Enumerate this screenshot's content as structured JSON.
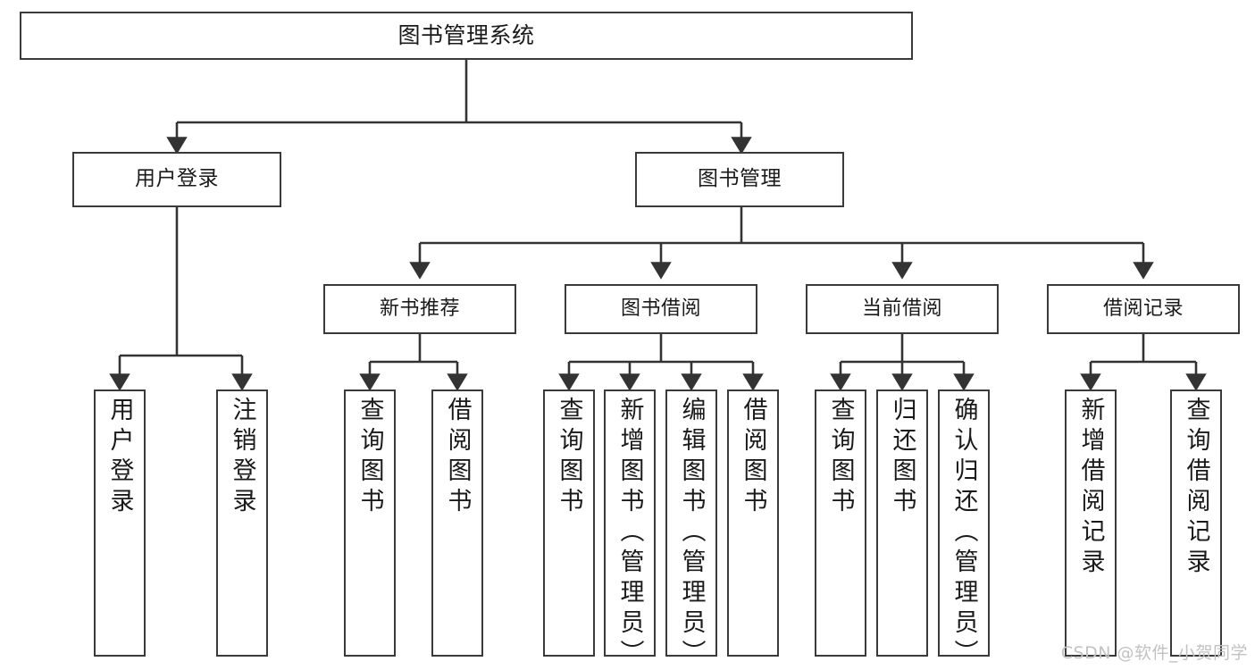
{
  "diagram": {
    "title": "图书管理系统",
    "type": "hierarchy-tree",
    "root": {
      "label": "图书管理系统"
    },
    "level2": [
      {
        "label": "用户登录"
      },
      {
        "label": "图书管理"
      }
    ],
    "level3": [
      {
        "label": "新书推荐"
      },
      {
        "label": "图书借阅"
      },
      {
        "label": "当前借阅"
      },
      {
        "label": "借阅记录"
      }
    ],
    "leaves": {
      "user_login": [
        "用户登录",
        "注销登录"
      ],
      "new_book": [
        "查询图书",
        "借阅图书"
      ],
      "book_borrow": [
        "查询图书",
        "新增图书（管理员）",
        "编辑图书（管理员）",
        "借阅图书"
      ],
      "current_borrow": [
        "查询图书",
        "归还图书",
        "确认归还（管理员）"
      ],
      "borrow_record": [
        "新增借阅记录",
        "查询借阅记录"
      ]
    },
    "colors": {
      "border": "#3a3a3a",
      "line": "#333333",
      "background": "#ffffff",
      "text": "#1a1a1a",
      "watermark": "#c2c2c2"
    }
  },
  "watermark": {
    "text": "CSDN @软件_小贺同学"
  }
}
